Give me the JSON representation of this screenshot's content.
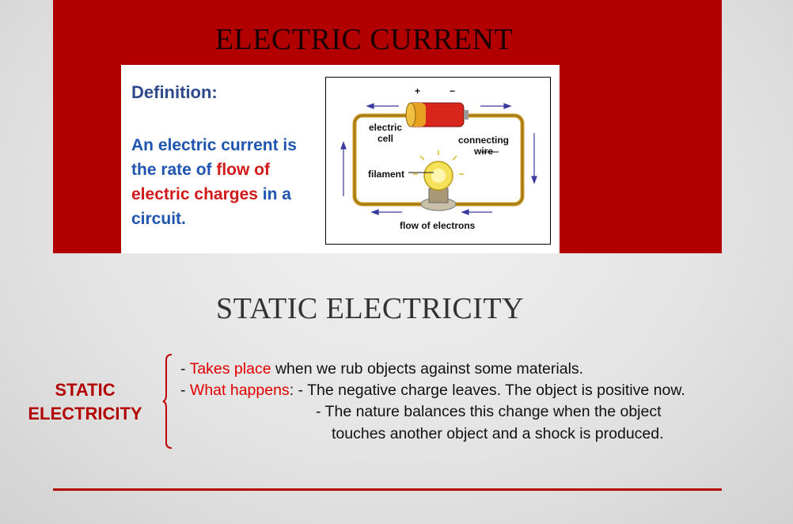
{
  "slide": {
    "title_top": "ELECTRIC CURRENT",
    "title_mid": "STATIC ELECTRICITY"
  },
  "definition": {
    "heading": "Definition:",
    "part1": "An electric current is the rate of ",
    "part2_red": "flow of electric charges",
    "part3": " in a circuit."
  },
  "circuit": {
    "label_cell": "electric cell",
    "label_wire": "connecting wire",
    "label_filament": "filament",
    "label_flow": "flow of electrons",
    "plus": "+",
    "minus": "−"
  },
  "static": {
    "label_line1": "STATIC",
    "label_line2": "ELECTRICITY",
    "b1_dash": "- ",
    "b1_red": "Takes place",
    "b1_rest": " when we rub objects against some materials.",
    "b2_dash": "- ",
    "b2_red": "What happens",
    "b2_rest": ": - The negative charge leaves. The object is positive now.",
    "b3": "- The nature balances this change when the object",
    "b4": "touches another object  and a shock is produced."
  },
  "colors": {
    "panel": "#b20000",
    "accent_red": "#e00000",
    "definition_blue": "#1f55b0"
  }
}
